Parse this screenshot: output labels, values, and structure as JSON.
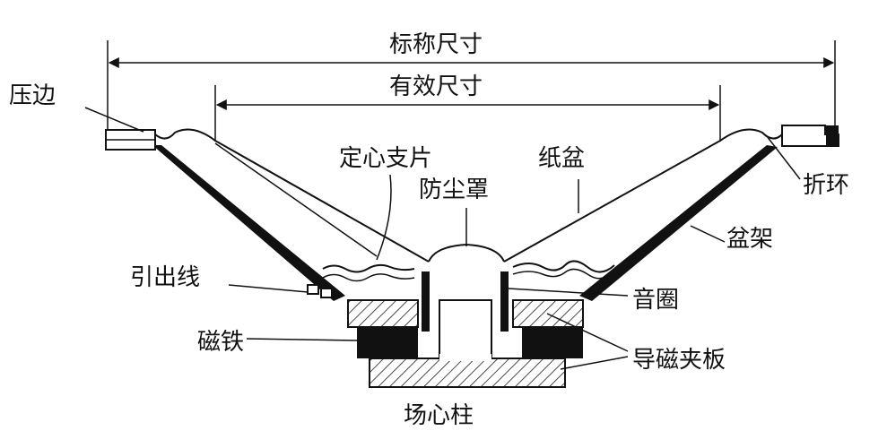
{
  "dimensions": {
    "nominal": "标称尺寸",
    "effective": "有效尺寸"
  },
  "labels": {
    "surround": "压边",
    "spider": "定心支片",
    "dust_cap": "防尘罩",
    "paper_cone": "纸盆",
    "roll": "折环",
    "basket": "盆架",
    "lead_wire": "引出线",
    "voice_coil": "音圈",
    "magnet": "磁铁",
    "pole_plates": "导磁夹板",
    "pole_piece": "场心柱"
  }
}
